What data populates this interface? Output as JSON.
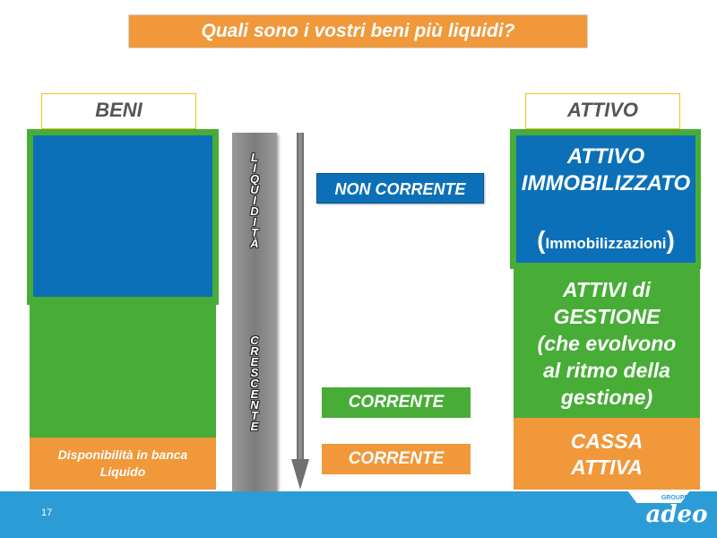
{
  "title": "Quali sono i vostri beni più liquidi?",
  "left": {
    "header": "BENI",
    "bottom_line1": "Disponibilità in banca",
    "bottom_line2": "Liquido"
  },
  "center": {
    "liquidita_letters": [
      "L",
      "I",
      "Q",
      "U",
      "I",
      "D",
      "I",
      "T",
      "À"
    ],
    "crescente_letters": [
      "C",
      "R",
      "E",
      "S",
      "C",
      "E",
      "N",
      "T",
      "E"
    ],
    "label_non_corrente": "NON CORRENTE",
    "label_corrente_1": "CORRENTE",
    "label_corrente_2": "CORRENTE"
  },
  "right": {
    "header": "ATTIVO",
    "immobilizzato_line1": "ATTIVO",
    "immobilizzato_line2": "IMMOBILIZZATO",
    "immobilizzato_paren_open": "(",
    "immobilizzato_sub": "Immobilizzazioni",
    "immobilizzato_paren_close": ")",
    "gestione_lines": [
      "ATTIVI  di",
      "GESTIONE",
      "(che evolvono",
      "al ritmo della",
      "gestione)"
    ],
    "cassa_line1": "CASSA",
    "cassa_line2": "ATTIVA"
  },
  "footer": {
    "page_number": "17",
    "logo_top": "GROUPE",
    "logo_main": "adeo"
  },
  "colors": {
    "orange": "#f0983a",
    "green": "#47ad36",
    "blue": "#0b70b7",
    "footer_blue": "#2c9cd6",
    "header_border": "#f2c21a"
  }
}
